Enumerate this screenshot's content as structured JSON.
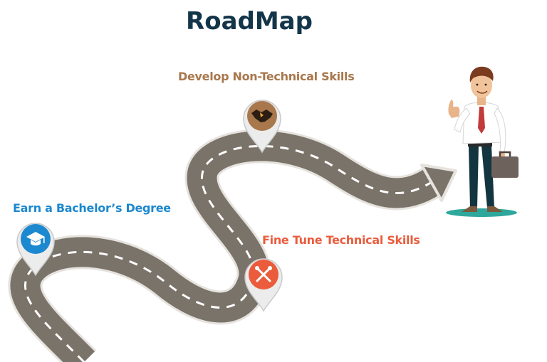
{
  "title": "RoadMap",
  "milestones": [
    {
      "label": "Earn a Bachelor’s Degree",
      "icon": "graduation-cap-icon",
      "color": "#1c88cf"
    },
    {
      "label": "Develop Non-Technical  Skills",
      "icon": "handshake-icon",
      "color": "#a8774c"
    },
    {
      "label": "Fine Tune Technical Skills",
      "icon": "wrench-screwdriver-icon",
      "color": "#ea5c3c"
    }
  ],
  "colors": {
    "road": "#7a7369",
    "road_edge": "#e6e3de",
    "road_dash": "#ffffff",
    "title": "#13354a",
    "person_shirt": "#ffffff",
    "person_pants": "#12353f",
    "person_tie": "#c23b3b",
    "briefcase": "#6e625c",
    "ground_shadow": "#2ea79c"
  },
  "figure": {
    "icon": "businessman-thumbs-up-icon"
  }
}
